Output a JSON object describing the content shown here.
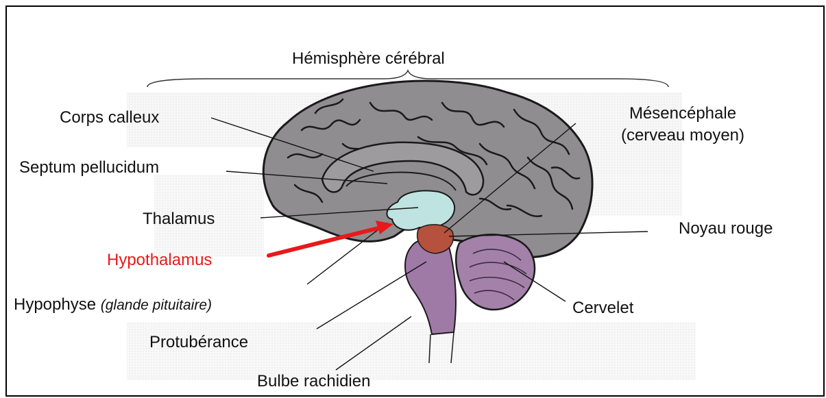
{
  "labels": {
    "hemisphere": "Hémisphère cérébral",
    "corps_calleux": "Corps calleux",
    "septum": "Septum pellucidum",
    "thalamus": "Thalamus",
    "hypothalamus": "Hypothalamus",
    "hypophyse": "Hypophyse",
    "hypophyse_note": "(glande pituitaire)",
    "protuberance": "Protubérance",
    "bulbe": "Bulbe rachidien",
    "mesencephale_1": "Mésencéphale",
    "mesencephale_2": "(cerveau moyen)",
    "noyau_rouge": "Noyau rouge",
    "cervelet": "Cervelet"
  },
  "colors": {
    "hypothalamus_highlight": "#e8191a",
    "cerebrum": "#8f8d8f",
    "thalamus": "#bfe3e0",
    "red_nucleus": "#b5513c",
    "brainstem": "#a07aa6",
    "cerebellum": "#a381a9"
  }
}
